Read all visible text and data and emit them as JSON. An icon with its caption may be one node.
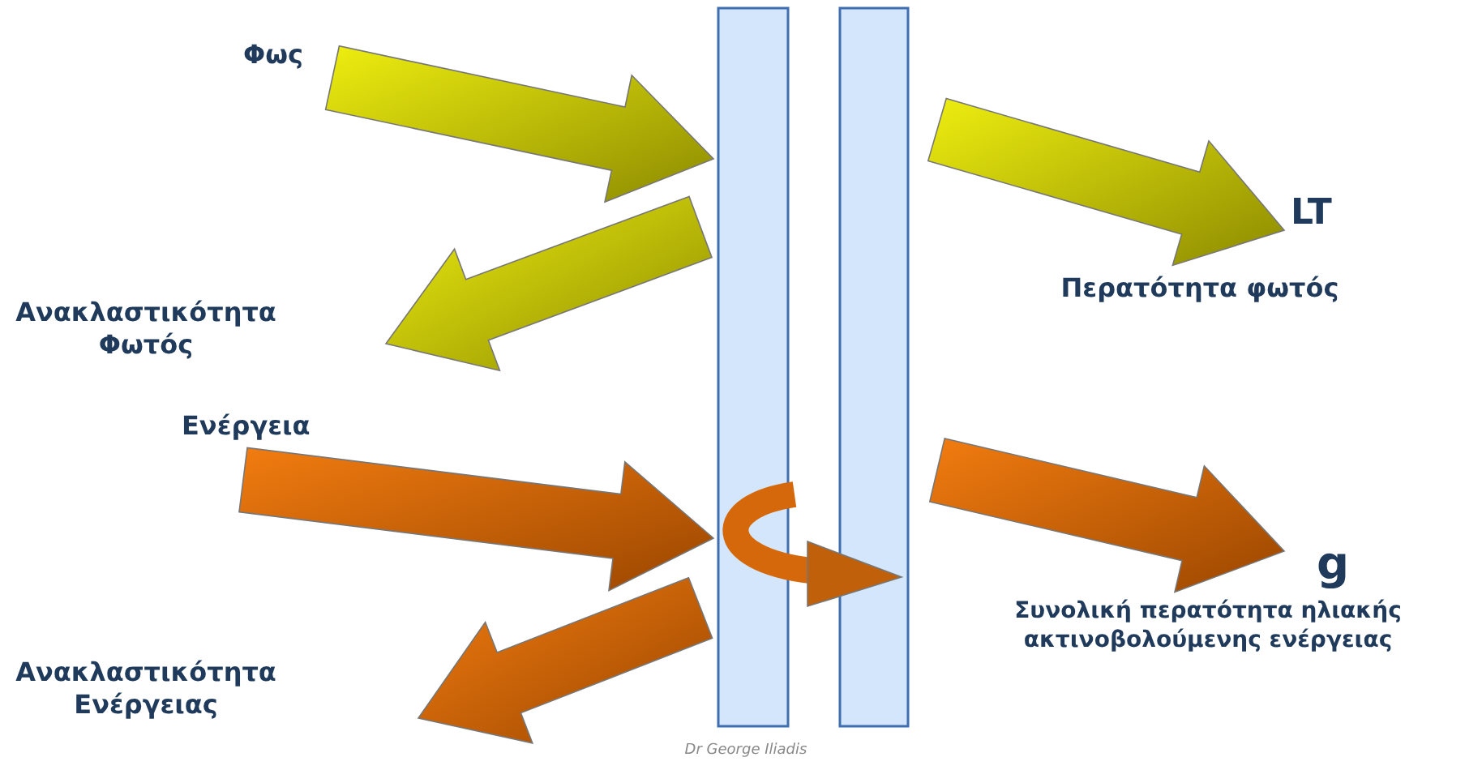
{
  "diagram": {
    "labels": [
      "Φως",
      "LT",
      "Ανακλαστικότητα Φωτός",
      "Περατότητα φωτός",
      "Ενέργεια",
      "g",
      "Συνολική περατότητα ηλιακής ακτινοβολούμενης ενέργειας",
      "Ανακλαστικότητα Ενέργειας",
      "Dr George Iliadis"
    ]
  }
}
